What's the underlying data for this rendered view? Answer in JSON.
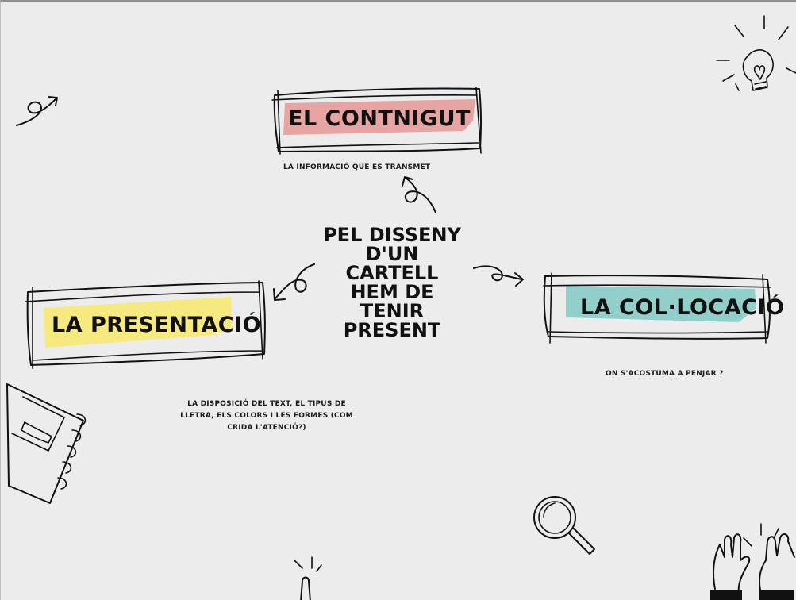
{
  "center_title": [
    "PEL DISSENY",
    "D'UN CARTELL",
    "HEM DE TENIR",
    "PRESENT"
  ],
  "nodes": {
    "content": {
      "title": "EL CONTNIGUT",
      "description": "LA INFORMACIÓ QUE ES TRANSMET",
      "highlight_color": "#e79a9a"
    },
    "presentation": {
      "title": "LA PRESENTACIÓ",
      "description": [
        "LA DISPOSICIÓ DEL TEXT, EL TIPUS DE",
        "LLETRA, ELS COLORS I LES FORMES  (COM",
        "CRIDA L'ATENCIÓ?)"
      ],
      "highlight_color": "#f6ea7d"
    },
    "placement": {
      "title": "LA COL·LOCACIÓ",
      "description": "ON S'ACOSTUMA A PENJAR ?",
      "highlight_color": "#8ecfca"
    }
  },
  "decorations": [
    "lightbulb-icon",
    "notebook-icon",
    "magnifier-icon",
    "hands-icon",
    "pointing-hand-icon",
    "curly-arrow-icon"
  ]
}
